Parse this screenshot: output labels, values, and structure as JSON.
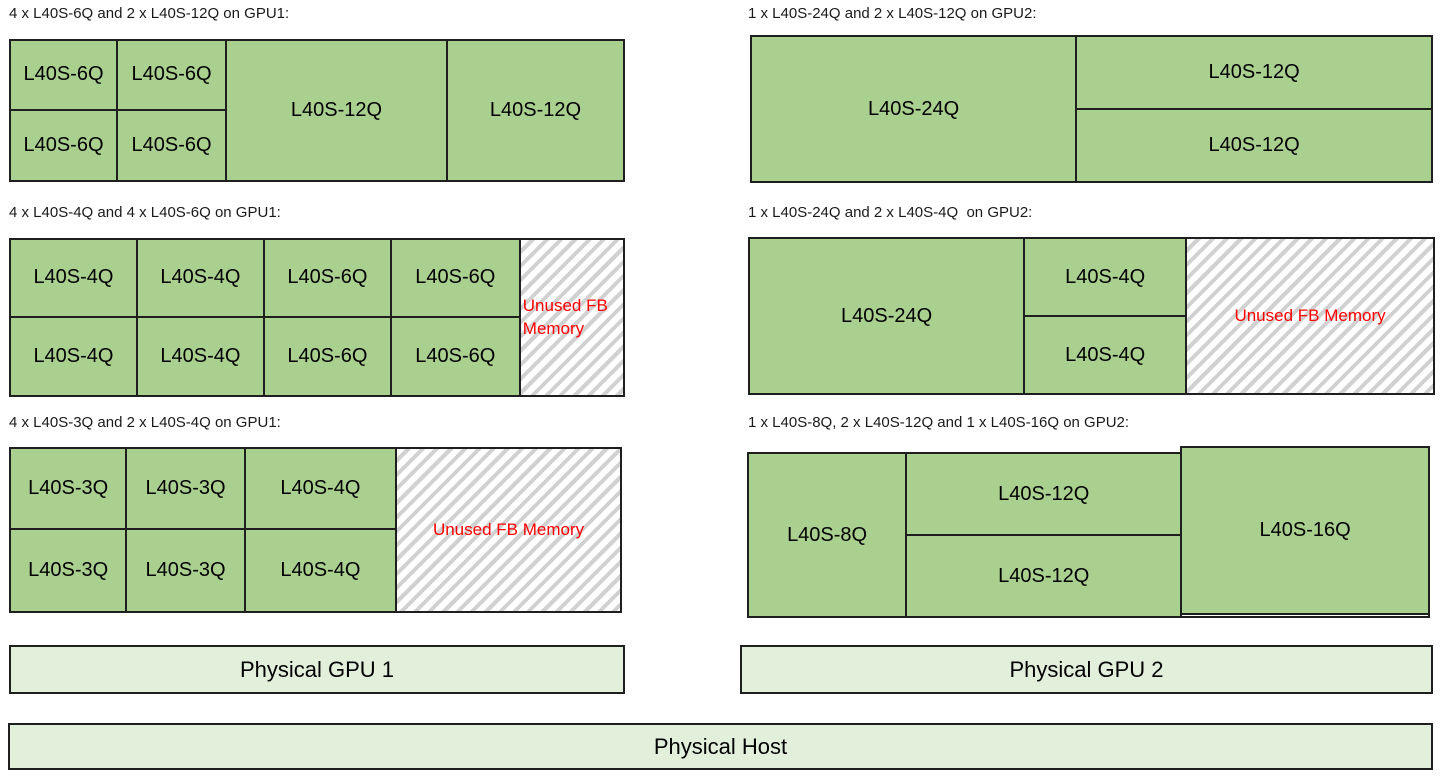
{
  "palette": {
    "cell_fill": "#A9D08E",
    "bar_fill": "#E2EFDA",
    "line": "#1F1F1F",
    "unused_text_color": "#FF0000"
  },
  "gpu1": {
    "bar_label": "Physical GPU 1",
    "diagrams": [
      {
        "title": "4 x L40S-6Q and 2 x L40S-12Q on GPU1:",
        "grid_cells": [
          "L40S-6Q",
          "L40S-6Q",
          "L40S-6Q",
          "L40S-6Q"
        ],
        "wide_cells": [
          "L40S-12Q",
          "L40S-12Q"
        ]
      },
      {
        "title": "4 x L40S-4Q and 4 x L40S-6Q on GPU1:",
        "row1": [
          "L40S-4Q",
          "L40S-4Q",
          "L40S-6Q",
          "L40S-6Q"
        ],
        "row2": [
          "L40S-4Q",
          "L40S-4Q",
          "L40S-6Q",
          "L40S-6Q"
        ],
        "unused_label": "Unused FB Memory"
      },
      {
        "title": "4 x L40S-3Q and 2 x L40S-4Q on GPU1:",
        "row1": [
          "L40S-3Q",
          "L40S-3Q",
          "L40S-4Q"
        ],
        "row2": [
          "L40S-3Q",
          "L40S-3Q",
          "L40S-4Q"
        ],
        "unused_label": "Unused FB Memory"
      }
    ]
  },
  "gpu2": {
    "bar_label": "Physical GPU 2",
    "diagrams": [
      {
        "title": "1 x L40S-24Q and 2 x L40S-12Q on GPU2:",
        "big_cell": "L40S-24Q",
        "stack_cells": [
          "L40S-12Q",
          "L40S-12Q"
        ]
      },
      {
        "title": "1 x L40S-24Q and 2 x L40S-4Q  on GPU2:",
        "big_cell": "L40S-24Q",
        "stack_cells": [
          "L40S-4Q",
          "L40S-4Q"
        ],
        "unused_label": "Unused FB Memory"
      },
      {
        "title": "1 x L40S-8Q, 2 x L40S-12Q and 1 x L40S-16Q on GPU2:",
        "left_cell": "L40S-8Q",
        "stack_cells": [
          "L40S-12Q",
          "L40S-12Q"
        ],
        "right_cell": "L40S-16Q"
      }
    ]
  },
  "host_bar_label": "Physical Host"
}
